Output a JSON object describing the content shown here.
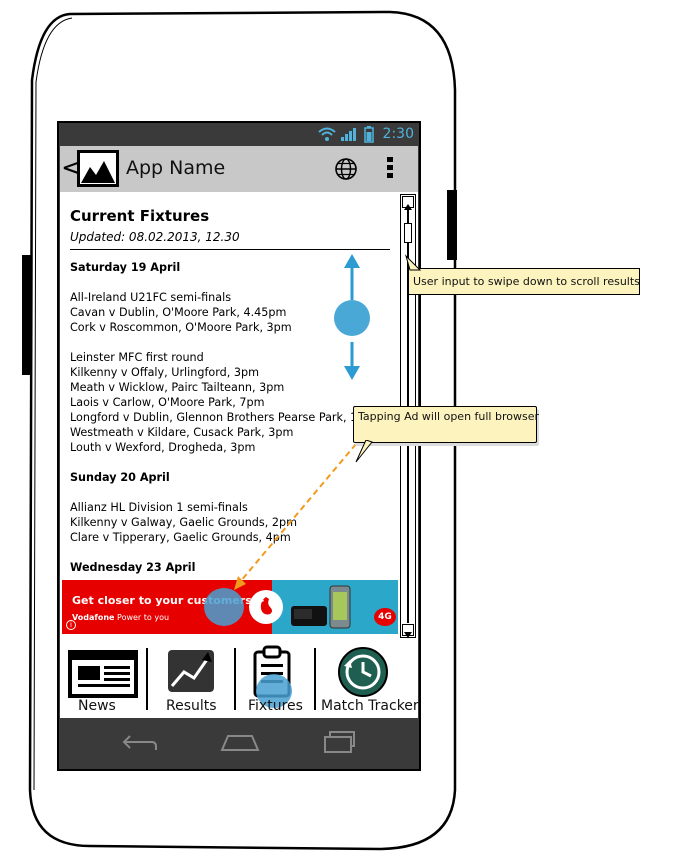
{
  "status_bar": {
    "time": "2:30"
  },
  "action_bar": {
    "back": "<",
    "app_name": "App Name"
  },
  "content": {
    "title": "Current Fixtures",
    "updated": "Updated: 08.02.2013, 12.30",
    "lines": [
      "All-Ireland U21FC semi-finals",
      "Cavan v Dublin, O'Moore Park, 4.45pm",
      "Cork v Roscommon, O'Moore Park, 3pm",
      "Leinster MFC first round",
      "Kilkenny v Offaly, Urlingford, 3pm",
      "Meath v Wicklow, Pairc Tailteann, 3pm",
      "Laois v Carlow, O'Moore Park, 7pm",
      "Longford v Dublin, Glennon Brothers Pearse Park, 1.30pm",
      "Westmeath v Kildare, Cusack Park, 3pm",
      "Louth v Wexford, Drogheda, 3pm",
      "Allianz HL Division 1 semi-finals",
      "Kilkenny v Galway, Gaelic Grounds, 2pm",
      "Clare v Tipperary, Gaelic Grounds, 4pm"
    ],
    "days": [
      "Saturday 19 April",
      "Sunday 20 April",
      "Wednesday 23 April"
    ]
  },
  "ad": {
    "headline": "Get closer to your customers",
    "chevron": ">",
    "brand": "Vodafone",
    "tagline": "Power to you",
    "badge": "4G",
    "info": "i",
    "colors": {
      "red": "#e60000",
      "blue": "#2aa7c9"
    }
  },
  "tabs": [
    {
      "label": "News",
      "icon": "newspaper-icon"
    },
    {
      "label": "Results",
      "icon": "chart-icon"
    },
    {
      "label": "Fixtures",
      "icon": "clipboard-icon"
    },
    {
      "label": "Match Tracker",
      "icon": "clock-icon"
    }
  ],
  "annotations": {
    "scroll_note": "User input to swipe down to scroll results",
    "ad_note": "Tapping Ad will open full browser"
  },
  "colors": {
    "accent": "#4fb3dc",
    "hotspot": "#46a0d2",
    "callout": "#fdf3bf",
    "bar": "#3a3a3a"
  }
}
